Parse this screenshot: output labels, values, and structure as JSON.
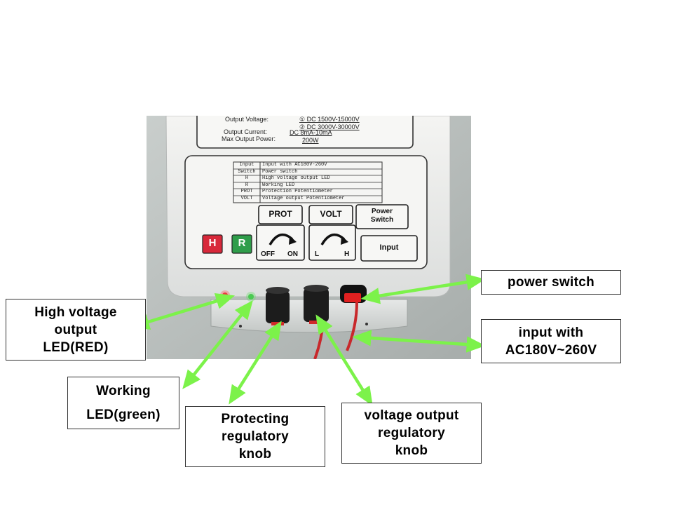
{
  "device": {
    "specs": {
      "voltage_label": "Output Voltage:",
      "voltage_1": "① DC 1500V-15000V",
      "voltage_2": "② DC 3000V-30000V",
      "current_label": "Output Current:",
      "current_value": "DC 8mA-10mA",
      "power_label": "Max Output Power:",
      "power_value": "200W"
    },
    "legend": [
      {
        "key": "Input",
        "desc": "Input with AC180V-260V"
      },
      {
        "key": "Switch",
        "desc": "Power switch"
      },
      {
        "key": "H",
        "desc": "High voltage output LED"
      },
      {
        "key": "R",
        "desc": "Working LED"
      },
      {
        "key": "PROT",
        "desc": "Protection Potentiometer"
      },
      {
        "key": "VOLT",
        "desc": "Voltage output Potentiometer"
      }
    ],
    "panel": {
      "prot": "PROT",
      "volt": "VOLT",
      "power_switch": "Power\nSwitch",
      "input": "Input",
      "off": "OFF",
      "on": "ON",
      "l": "L",
      "h": "H",
      "h_led": "H",
      "r_led": "R"
    }
  },
  "callouts": {
    "power_switch": "power switch",
    "input": "input with\nAC180V~260V",
    "hv_led": "High voltage\noutput\nLED(RED)",
    "working_led": "Working\nLED(green)",
    "prot_knob": "Protecting\nregulatory\nknob",
    "volt_knob": "voltage output\nregulatory\nknob"
  },
  "colors": {
    "arrow": "#7cf24a",
    "h_indicator": "#d8283a",
    "r_indicator": "#2f9d4a"
  }
}
